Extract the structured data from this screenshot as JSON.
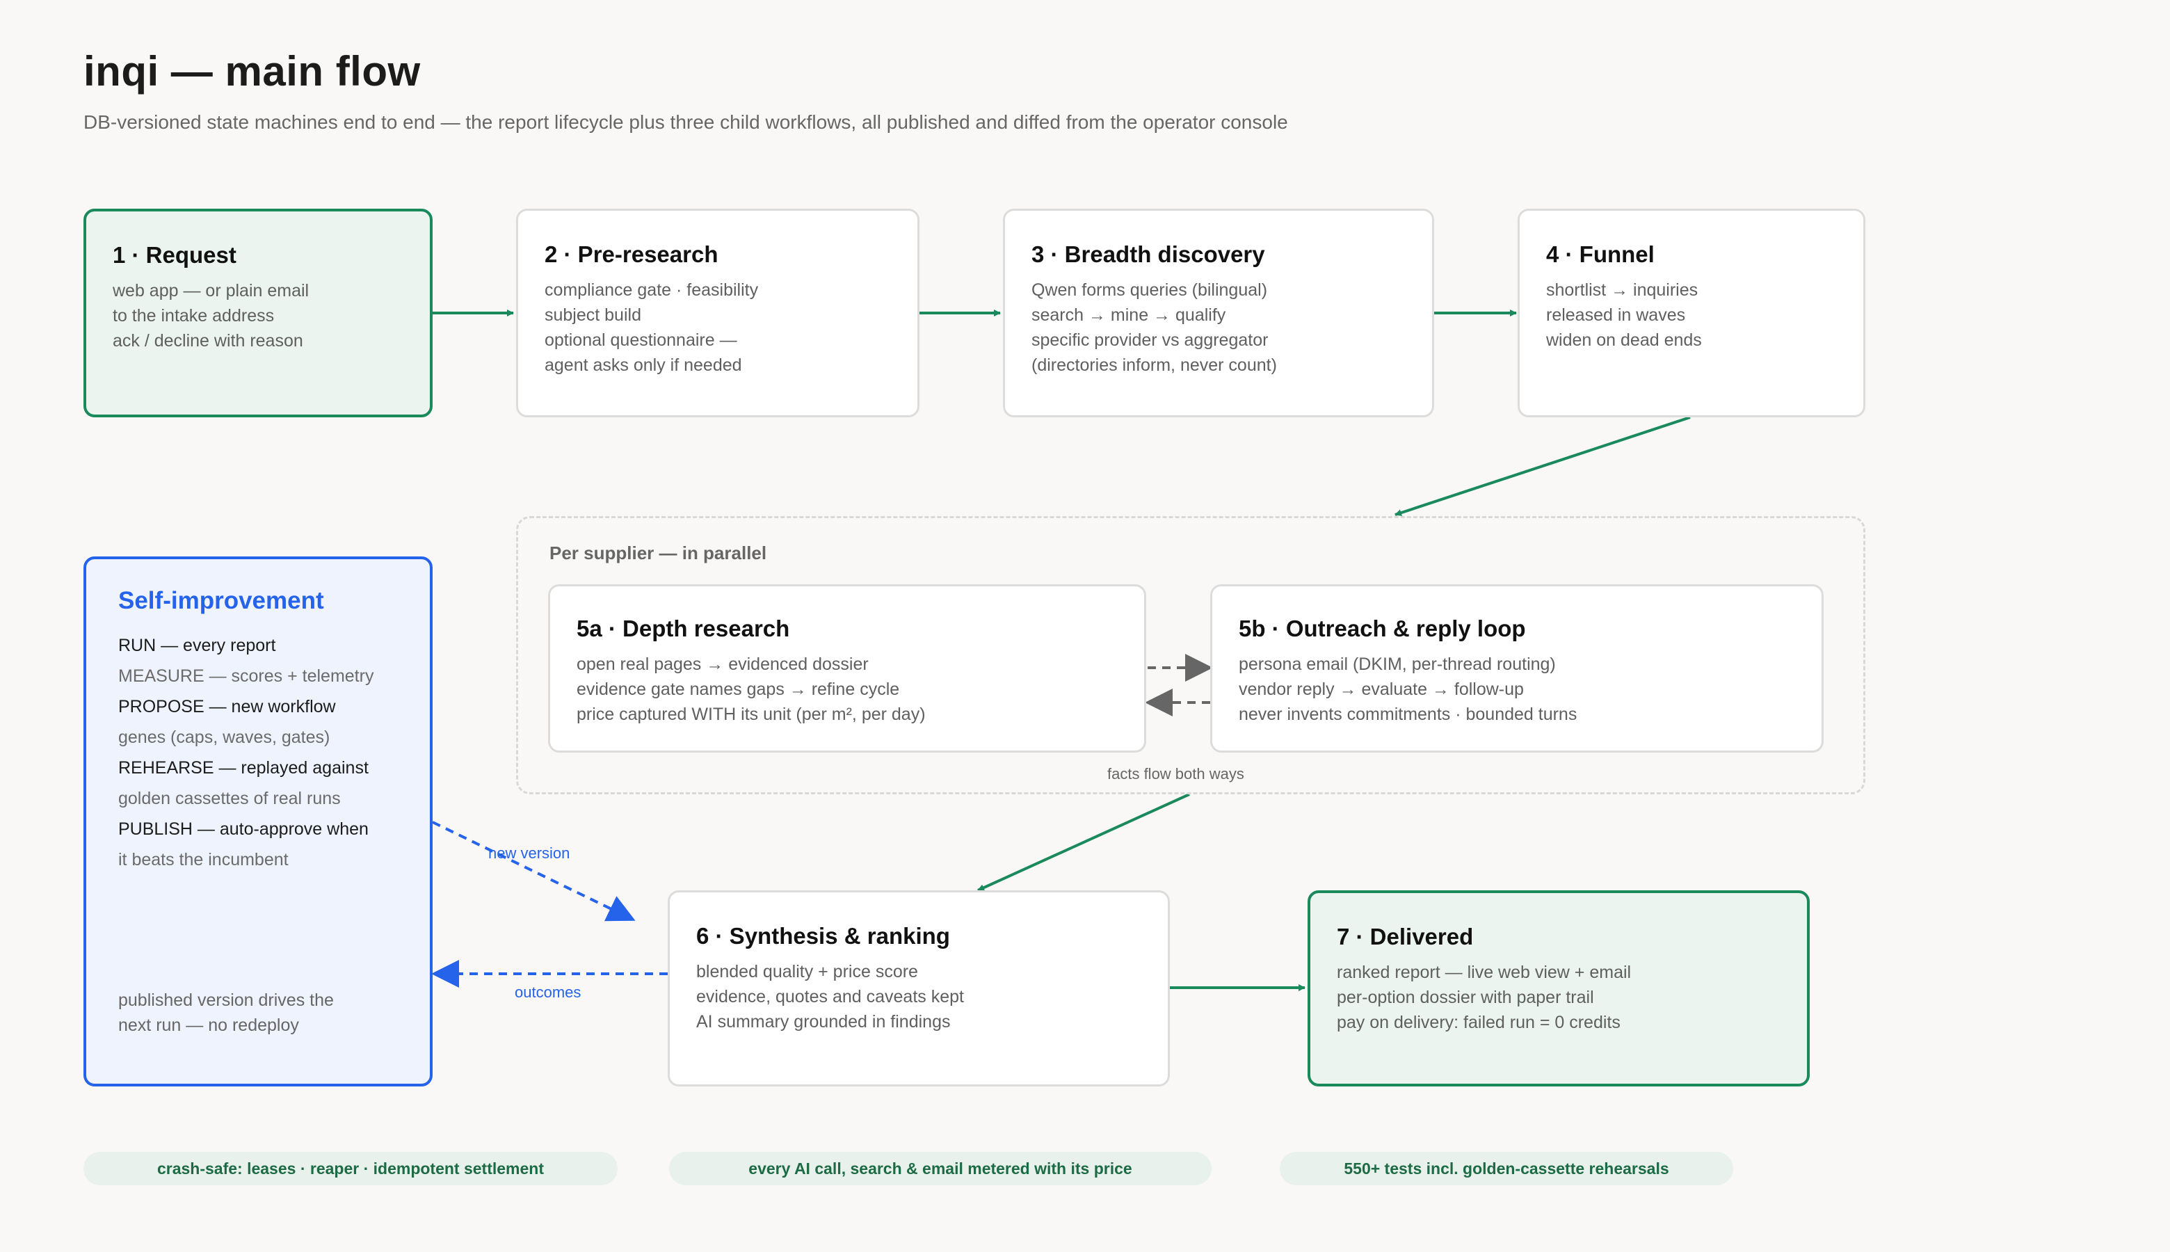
{
  "title": "inqi — main flow",
  "subtitle": "DB-versioned state machines end to end — the report lifecycle plus three child workflows, all published and diffed from the operator console",
  "steps": {
    "request": {
      "title": "1 · Request",
      "lines": [
        "web app — or plain email",
        "to the intake address",
        "ack / decline with reason"
      ]
    },
    "pre_research": {
      "title": "2 · Pre-research",
      "lines": [
        "compliance gate · feasibility",
        "subject build",
        "optional questionnaire —",
        "agent asks only if needed"
      ]
    },
    "breadth": {
      "title": "3 · Breadth discovery",
      "lines": [
        "Qwen forms queries (bilingual)",
        "search → mine → qualify",
        "specific provider vs aggregator",
        "(directories inform, never count)"
      ]
    },
    "funnel": {
      "title": "4 · Funnel",
      "lines": [
        "shortlist → inquiries",
        "released in waves",
        "widen on dead ends"
      ]
    },
    "depth": {
      "title": "5a · Depth research",
      "lines": [
        "open real pages → evidenced dossier",
        "evidence gate names gaps → refine cycle",
        "price captured WITH its unit (per m², per day)"
      ]
    },
    "outreach": {
      "title": "5b · Outreach & reply loop",
      "lines": [
        "persona email (DKIM, per-thread routing)",
        "vendor reply → evaluate → follow-up",
        "never invents commitments · bounded turns"
      ]
    },
    "synthesis": {
      "title": "6 · Synthesis & ranking",
      "lines": [
        "blended quality + price score",
        "evidence, quotes and caveats kept",
        "AI summary grounded in findings"
      ]
    },
    "delivered": {
      "title": "7 · Delivered",
      "lines": [
        "ranked report — live web view + email",
        "per-option dossier with paper trail",
        "pay on delivery: failed run = 0 credits"
      ]
    }
  },
  "group_label": "Per supplier — in parallel",
  "facts_label": "facts flow both ways",
  "self_improvement": {
    "title": "Self-improvement",
    "lines": [
      {
        "text": "RUN — every report",
        "style": "dark"
      },
      {
        "text": "MEASURE — scores + telemetry",
        "style": "muted"
      },
      {
        "text": "PROPOSE — new workflow",
        "style": "dark"
      },
      {
        "text": "genes (caps, waves, gates)",
        "style": "muted"
      },
      {
        "text": "REHEARSE — replayed against",
        "style": "dark"
      },
      {
        "text": "golden cassettes of real runs",
        "style": "muted"
      },
      {
        "text": "PUBLISH — auto-approve when",
        "style": "dark"
      },
      {
        "text": "it beats the incumbent",
        "style": "muted"
      }
    ],
    "footer": [
      "published version drives the",
      "next run — no redeploy"
    ]
  },
  "edge_labels": {
    "new_version": "new version",
    "outcomes": "outcomes"
  },
  "pills": [
    "crash-safe: leases · reaper · idempotent settlement",
    "every AI call, search & email metered with its price",
    "550+ tests incl. golden-cassette rehearsals"
  ],
  "colors": {
    "green": "#1a8a5c",
    "blue": "#2563eb",
    "gray": "#666666"
  }
}
